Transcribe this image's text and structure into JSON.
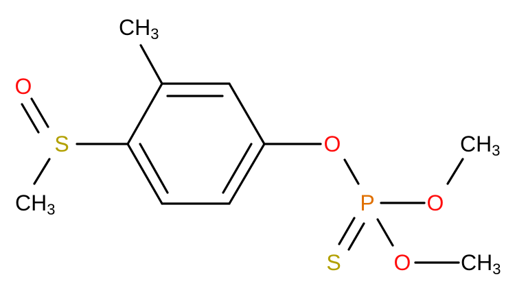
{
  "molecule": {
    "colors": {
      "bond": "#000000",
      "carbon": "#000000",
      "oxygen": "#FF0D0D",
      "sulfur": "#B2A000",
      "phosphorus": "#E07000"
    },
    "atoms": {
      "ch3_top": {
        "element": "C",
        "base": "CH",
        "sub": "3"
      },
      "o_sulfoxide": {
        "element": "O",
        "base": "O",
        "sub": ""
      },
      "s_sulfoxide": {
        "element": "S",
        "base": "S",
        "sub": ""
      },
      "ch3_sulfoxide": {
        "element": "C",
        "base": "CH",
        "sub": "3"
      },
      "o_aryl": {
        "element": "O",
        "base": "O",
        "sub": ""
      },
      "p": {
        "element": "P",
        "base": "P",
        "sub": ""
      },
      "o_methoxy_1": {
        "element": "O",
        "base": "O",
        "sub": ""
      },
      "ch3_methoxy_1": {
        "element": "C",
        "base": "CH",
        "sub": "3"
      },
      "s_thiono": {
        "element": "S",
        "base": "S",
        "sub": ""
      },
      "o_methoxy_2": {
        "element": "O",
        "base": "O",
        "sub": ""
      },
      "ch3_methoxy_2": {
        "element": "C",
        "base": "CH",
        "sub": "3"
      }
    }
  }
}
